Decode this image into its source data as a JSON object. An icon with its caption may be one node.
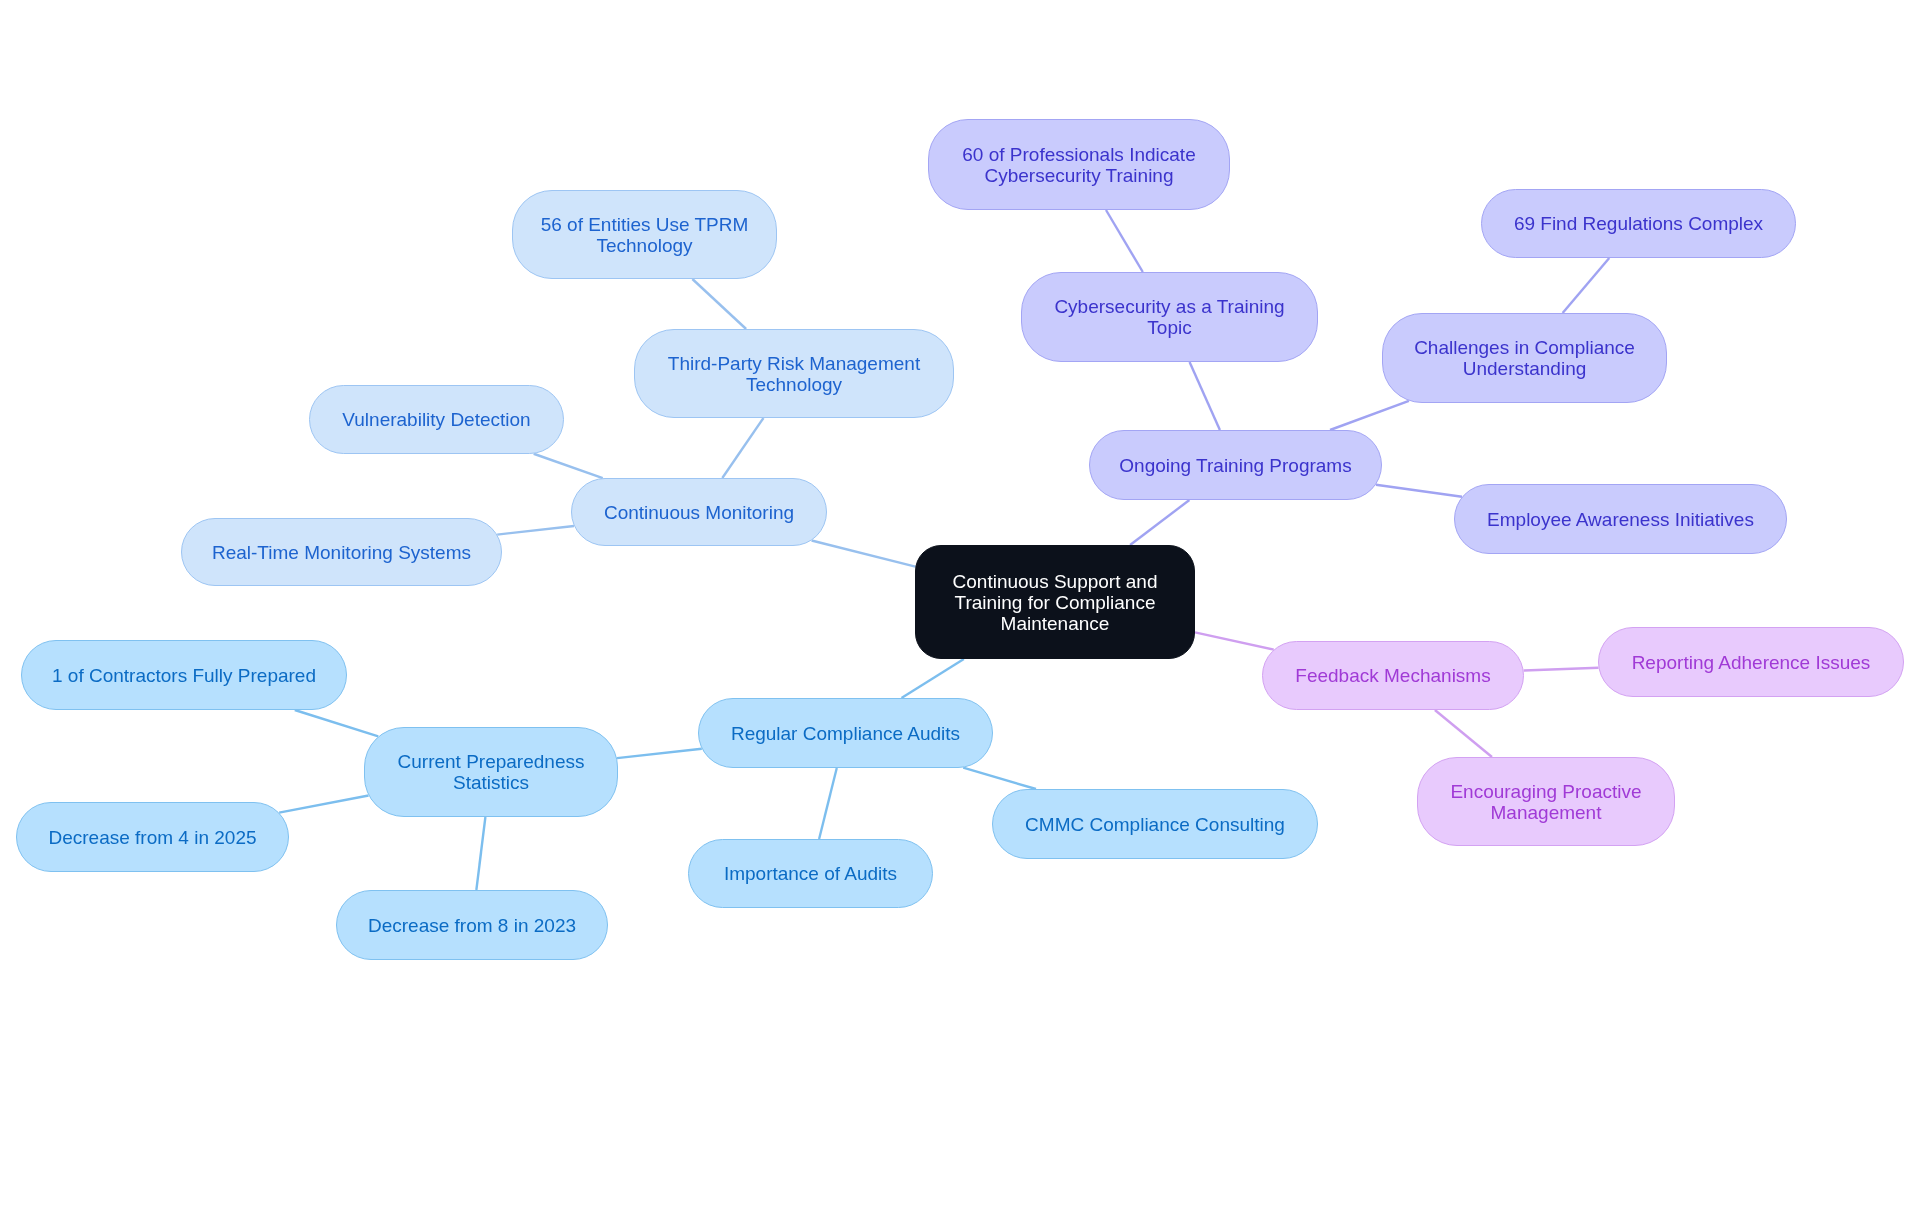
{
  "diagram": {
    "nodes": [
      {
        "text": [
          "Continuous Support and Training for Compliance Maintenance"
        ]
      },
      {
        "text": [
          "Continuous Monitoring"
        ]
      },
      {
        "text": [
          "Third-Party Risk Management Technology"
        ]
      },
      {
        "text": [
          "56 of Entities Use TPRM Technology"
        ]
      },
      {
        "text": [
          "Vulnerability Detection"
        ]
      },
      {
        "text": [
          "Real-Time Monitoring Systems"
        ]
      },
      {
        "text": [
          "Ongoing Training Programs"
        ]
      },
      {
        "text": [
          "Cybersecurity as a Training Topic"
        ]
      },
      {
        "text": [
          "60 of Professionals Indicate Cybersecurity Training"
        ]
      },
      {
        "text": [
          "Challenges in Compliance Understanding"
        ]
      },
      {
        "text": [
          "69 Find Regulations Complex"
        ]
      },
      {
        "text": [
          "Employee Awareness Initiatives"
        ]
      },
      {
        "text": [
          "Feedback Mechanisms"
        ]
      },
      {
        "text": [
          "Reporting Adherence Issues"
        ]
      },
      {
        "text": [
          "Encouraging Proactive Management"
        ]
      },
      {
        "text": [
          "Regular Compliance Audits"
        ]
      },
      {
        "text": [
          "Current Preparedness Statistics"
        ]
      },
      {
        "text": [
          "1 of Contractors Fully Prepared"
        ]
      },
      {
        "text": [
          "Decrease from 4 in 2025"
        ]
      },
      {
        "text": [
          "Decrease from 8 in 2023"
        ]
      },
      {
        "text": [
          "Importance of Audits"
        ]
      },
      {
        "text": [
          "CMMC Compliance Consulting"
        ]
      }
    ],
    "edges": [
      {
        "from": 0,
        "to": 1,
        "arrow": "none",
        "color": "#98c0ee"
      },
      {
        "from": 1,
        "to": 2,
        "arrow": "none",
        "color": "#98c0ee"
      },
      {
        "from": 2,
        "to": 3,
        "arrow": "none",
        "color": "#98c0ee"
      },
      {
        "from": 1,
        "to": 4,
        "arrow": "none",
        "color": "#98c0ee"
      },
      {
        "from": 1,
        "to": 5,
        "arrow": "none",
        "color": "#98c0ee"
      },
      {
        "from": 0,
        "to": 6,
        "arrow": "none",
        "color": "#a0a3f2"
      },
      {
        "from": 6,
        "to": 7,
        "arrow": "none",
        "color": "#a0a3f2"
      },
      {
        "from": 7,
        "to": 8,
        "arrow": "none",
        "color": "#a0a3f2"
      },
      {
        "from": 6,
        "to": 9,
        "arrow": "none",
        "color": "#a0a3f2"
      },
      {
        "from": 9,
        "to": 10,
        "arrow": "none",
        "color": "#a0a3f2"
      },
      {
        "from": 6,
        "to": 11,
        "arrow": "none",
        "color": "#a0a3f2"
      },
      {
        "from": 0,
        "to": 12,
        "arrow": "none",
        "color": "#cf9ff0"
      },
      {
        "from": 12,
        "to": 13,
        "arrow": "none",
        "color": "#cf9ff0"
      },
      {
        "from": 12,
        "to": 14,
        "arrow": "none",
        "color": "#cf9ff0"
      },
      {
        "from": 0,
        "to": 15,
        "arrow": "none"
      },
      {
        "from": 15,
        "to": 16,
        "arrow": "none"
      },
      {
        "from": 16,
        "to": 17,
        "arrow": "none"
      },
      {
        "from": 16,
        "to": 18,
        "arrow": "none"
      },
      {
        "from": 16,
        "to": 19,
        "arrow": "none"
      },
      {
        "from": 15,
        "to": 20,
        "arrow": "none"
      },
      {
        "from": 15,
        "to": 21,
        "arrow": "none"
      }
    ]
  }
}
